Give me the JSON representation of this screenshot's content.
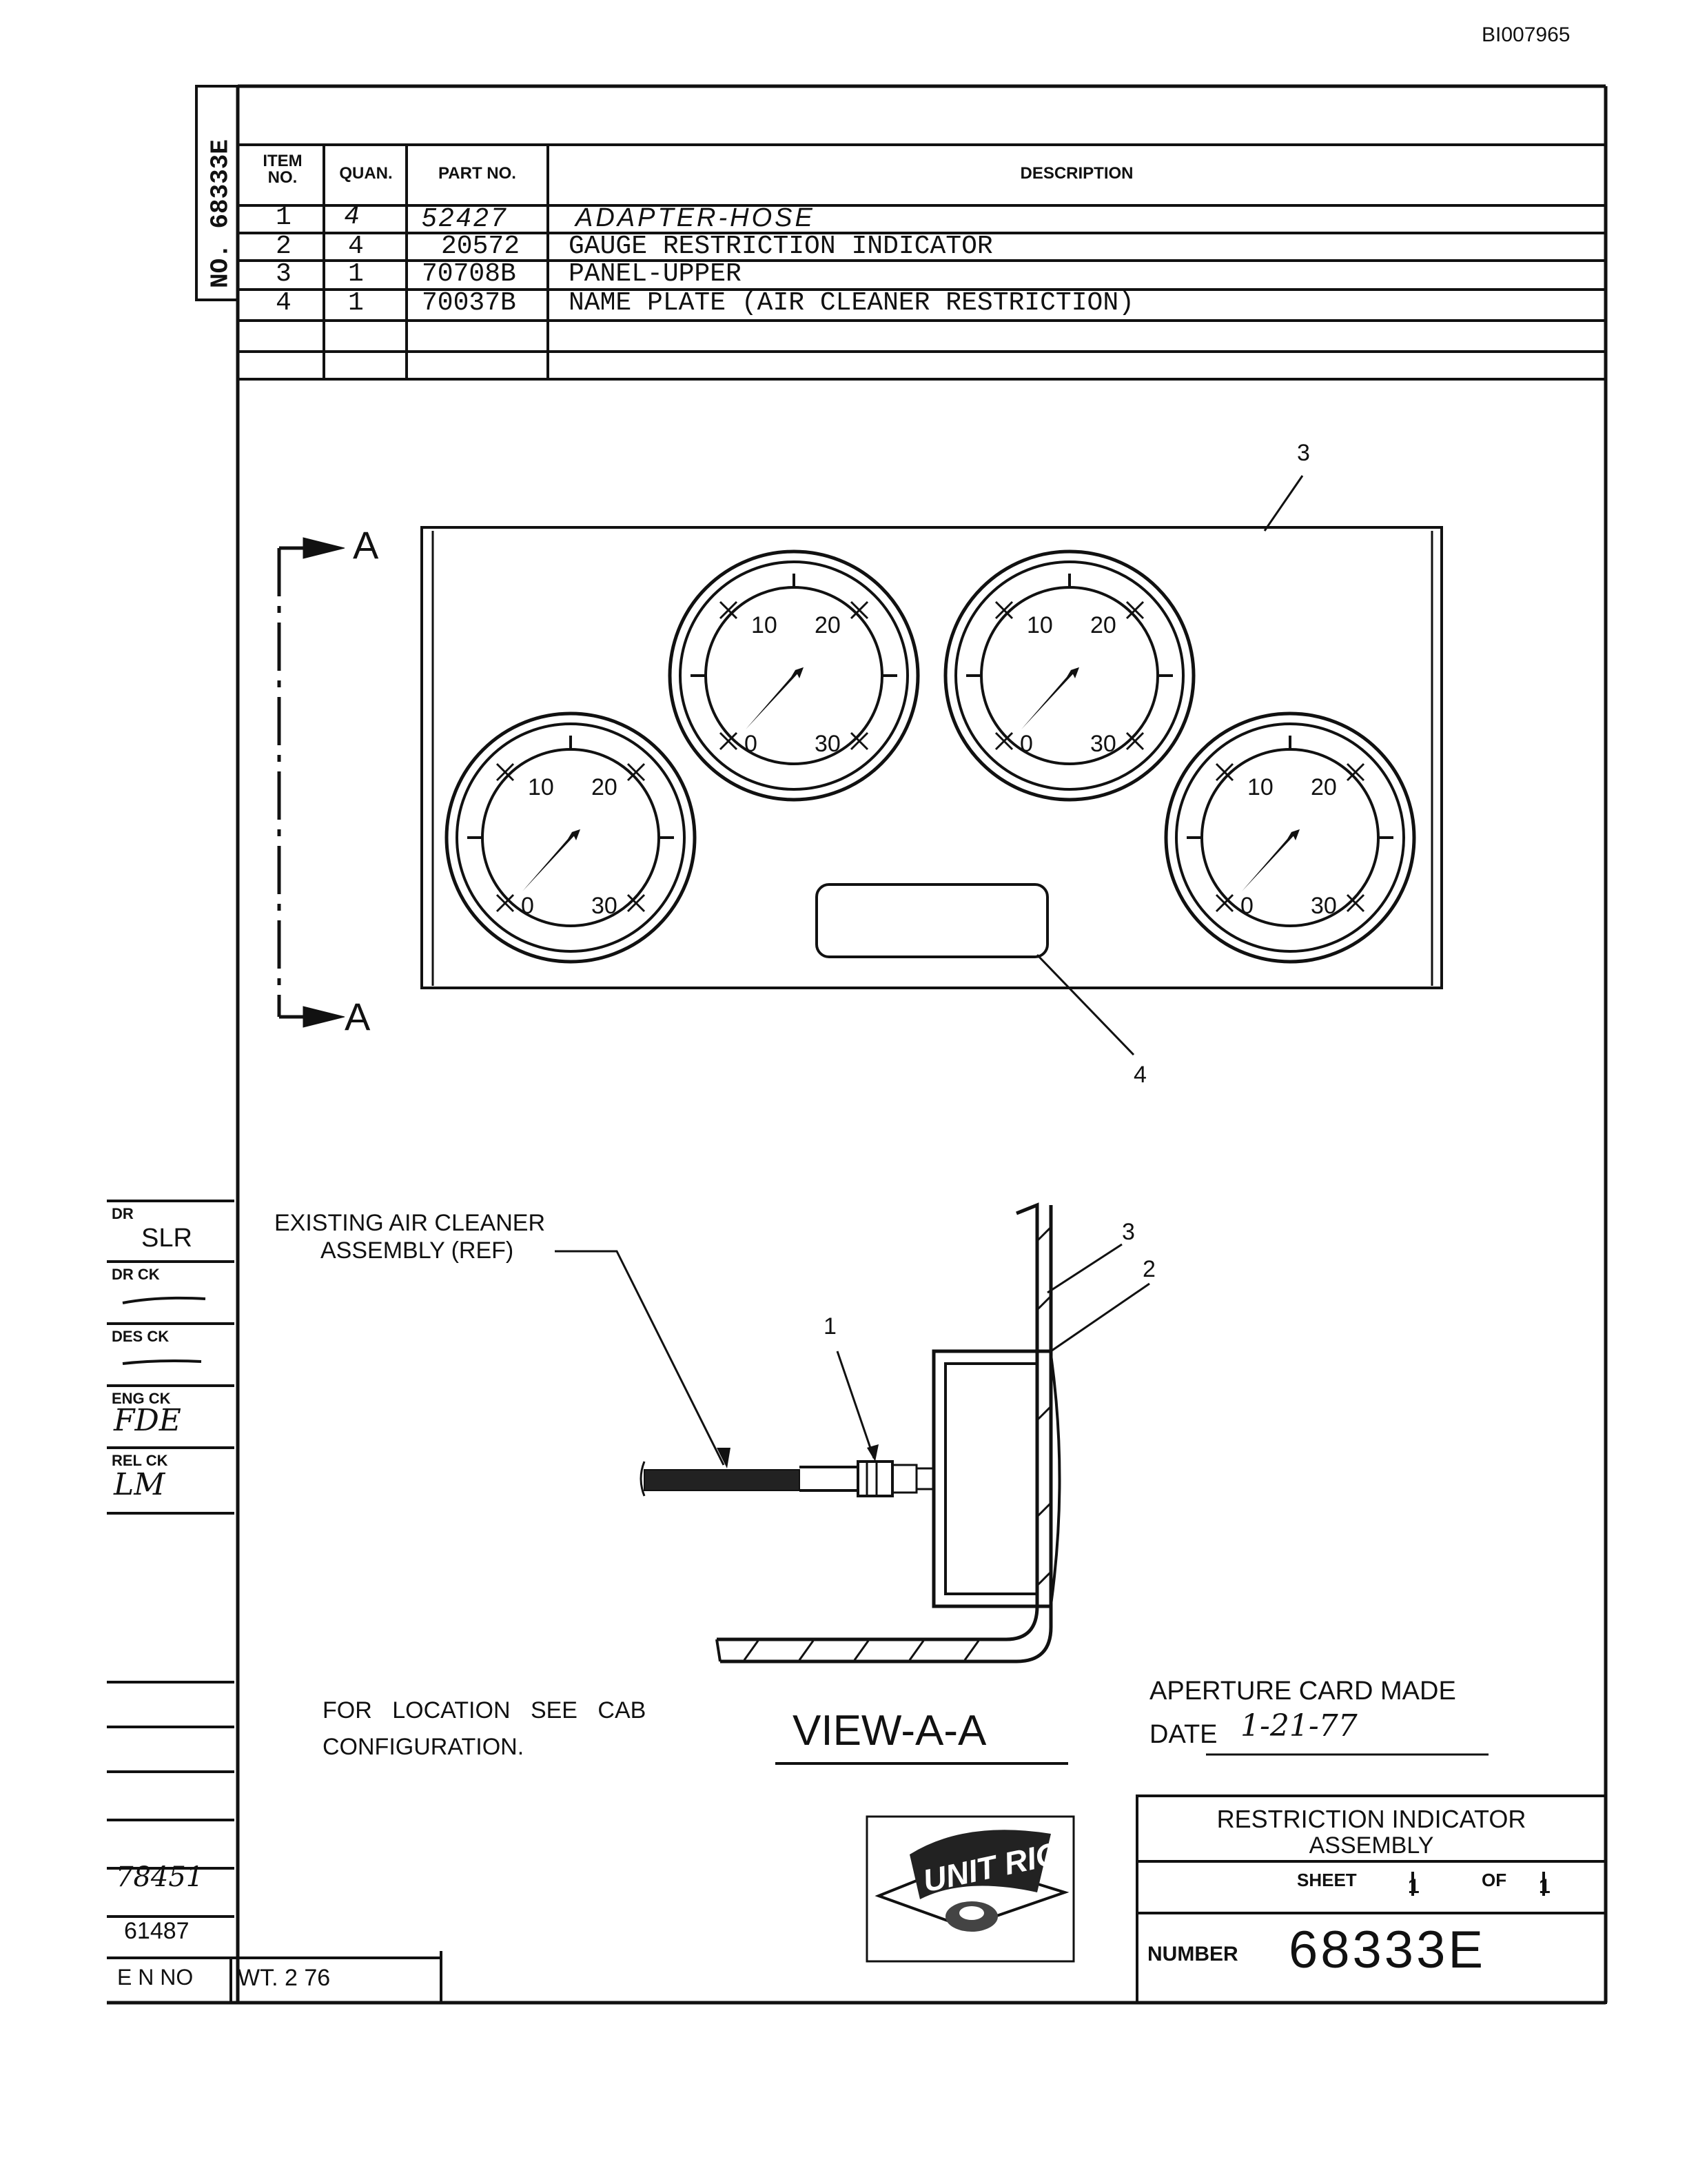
{
  "doc_id": "BI007965",
  "side_number": "NO. 68333E",
  "bom": {
    "headers": {
      "item": "ITEM NO.",
      "qty": "QUAN.",
      "part": "PART NO.",
      "desc": "DESCRIPTION"
    },
    "rows": [
      {
        "item": "1",
        "qty": "4",
        "part": "52427",
        "desc": "ADAPTER-HOSE"
      },
      {
        "item": "2",
        "qty": "4",
        "part": "20572",
        "desc": "GAUGE RESTRICTION INDICATOR"
      },
      {
        "item": "3",
        "qty": "1",
        "part": "70708B",
        "desc": "PANEL-UPPER"
      },
      {
        "item": "4",
        "qty": "1",
        "part": "70037B",
        "desc": "NAME PLATE (AIR CLEANER RESTRICTION)"
      }
    ]
  },
  "view": {
    "section_label": "A",
    "callouts": {
      "panel": "3",
      "nameplate": "4"
    },
    "gauge_scale": [
      "0",
      "10",
      "20",
      "30"
    ]
  },
  "section_view": {
    "ref_label_line1": "EXISTING AIR CLEANER",
    "ref_label_line2": "ASSEMBLY (REF)",
    "callouts": {
      "adapter": "1",
      "gauge": "2",
      "panel": "3"
    },
    "title": "VIEW-A-A"
  },
  "note": {
    "line1": "FOR LOCATION SEE CAB",
    "line2": "CONFIGURATION."
  },
  "aperture": {
    "label": "APERTURE CARD MADE",
    "date_label": "DATE",
    "date_value": "1-21-77"
  },
  "signoff": [
    {
      "label": "DR",
      "value": "SLR"
    },
    {
      "label": "DR CK",
      "value": ""
    },
    {
      "label": "DES CK",
      "value": ""
    },
    {
      "label": "ENG CK",
      "value": "FDE"
    },
    {
      "label": "REL CK",
      "value": "LM"
    }
  ],
  "change_numbers": [
    "78451",
    "61487"
  ],
  "en_no_label": "E N NO",
  "weight": "WT. 2 76",
  "logo_text": "UNIT RIG",
  "title_block": {
    "title_line1": "RESTRICTION INDICATOR",
    "title_line2": "ASSEMBLY",
    "sheet_label": "SHEET",
    "sheet_num": "1",
    "of_label": "OF",
    "of_num": "1",
    "number_label": "NUMBER",
    "number": "68333E"
  }
}
